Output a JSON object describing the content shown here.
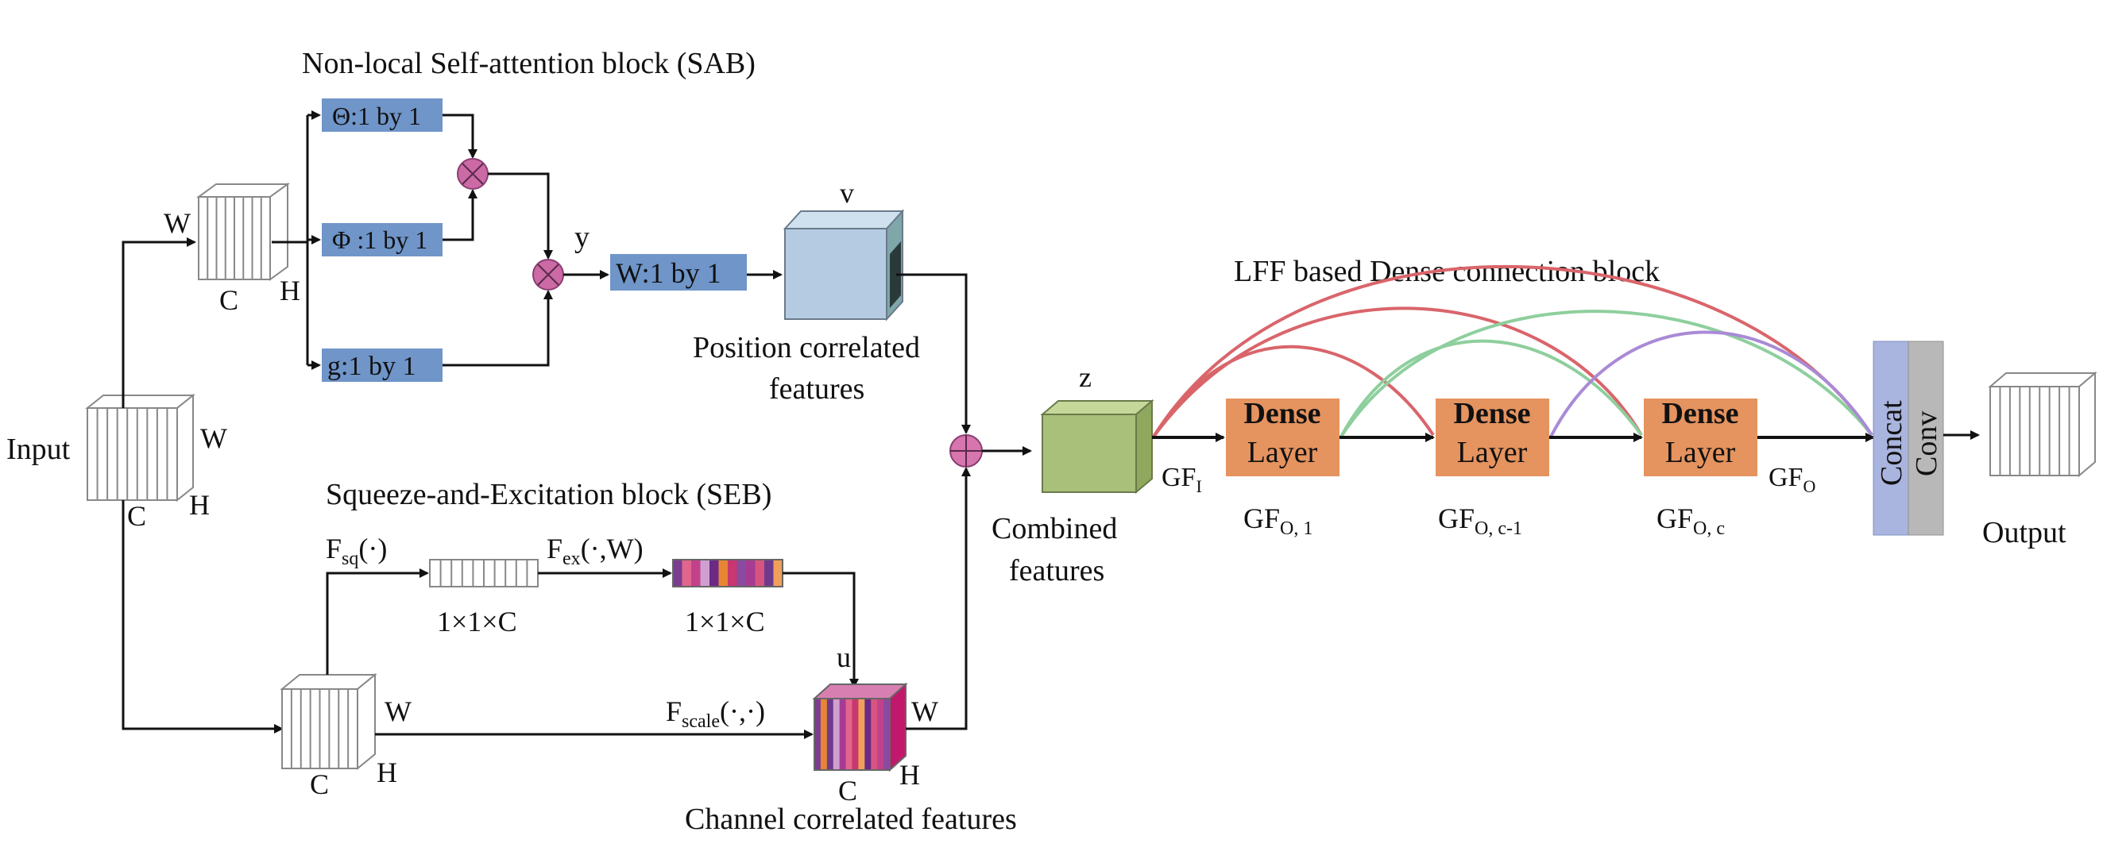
{
  "titles": {
    "sab": "Non-local Self-attention block (SAB)",
    "seb": "Squeeze-and-Excitation block (SEB)",
    "lff": "LFF based Dense connection block"
  },
  "input": {
    "label": "Input",
    "dim_w": "W",
    "dim_h": "H",
    "dim_c": "C"
  },
  "sab": {
    "cube_w": "W",
    "cube_h": "H",
    "cube_c": "C",
    "theta": "Θ:1 by 1",
    "phi": "Φ :1 by 1",
    "g": "g:1 by 1",
    "w": "W:1 by 1",
    "y": "y",
    "v": "v",
    "out_line1": "Position correlated",
    "out_line2": "features"
  },
  "seb": {
    "cube_w": "W",
    "cube_h": "H",
    "cube_c": "C",
    "f_sq": "F",
    "f_sq_sub": "sq",
    "f_sq_arg": "(·)",
    "f_ex": "F",
    "f_ex_sub": "ex",
    "f_ex_arg": "(·,W)",
    "f_scale": "F",
    "f_scale_sub": "scale",
    "f_scale_arg": "(·,·)",
    "dim1": "1×1×C",
    "dim2": "1×1×C",
    "u": "u",
    "u_w": "W",
    "u_h": "H",
    "u_c": "C",
    "out_label": "Channel correlated features"
  },
  "combined": {
    "z": "z",
    "line1": "Combined",
    "line2": "features"
  },
  "dense": {
    "layers": [
      {
        "title": "Dense",
        "sub": "Layer",
        "gf": "GF",
        "gf_sub": "O, 1"
      },
      {
        "title": "Dense",
        "sub": "Layer",
        "gf": "GF",
        "gf_sub": "O, c-1"
      },
      {
        "title": "Dense",
        "sub": "Layer",
        "gf": "GF",
        "gf_sub": "O, c"
      }
    ],
    "gf_in": "GF",
    "gf_in_sub": "I",
    "gf_out": "GF",
    "gf_out_sub": "O",
    "concat": "Concat",
    "conv": "Conv",
    "output": "Output"
  },
  "colors": {
    "op_box": "#6f95c9",
    "multiply": "#cc6aa6",
    "plus": "#d675ae",
    "dense": "#e5935f",
    "concat": "#a9b5de",
    "conv": "#b8b8b8",
    "v_cube": "#b5cbe2",
    "z_cube": "#a9c07a",
    "arc_red": "#d9656b",
    "arc_green": "#8ecf9d",
    "arc_purple": "#a98ad6",
    "stripes": [
      "#7b3d90",
      "#e2658e",
      "#c2418a",
      "#cfa0cf",
      "#6a2a86",
      "#e88534",
      "#c8376f",
      "#8a4aa0",
      "#a63b92",
      "#d65580",
      "#6f3a8e",
      "#f0a05a"
    ]
  }
}
